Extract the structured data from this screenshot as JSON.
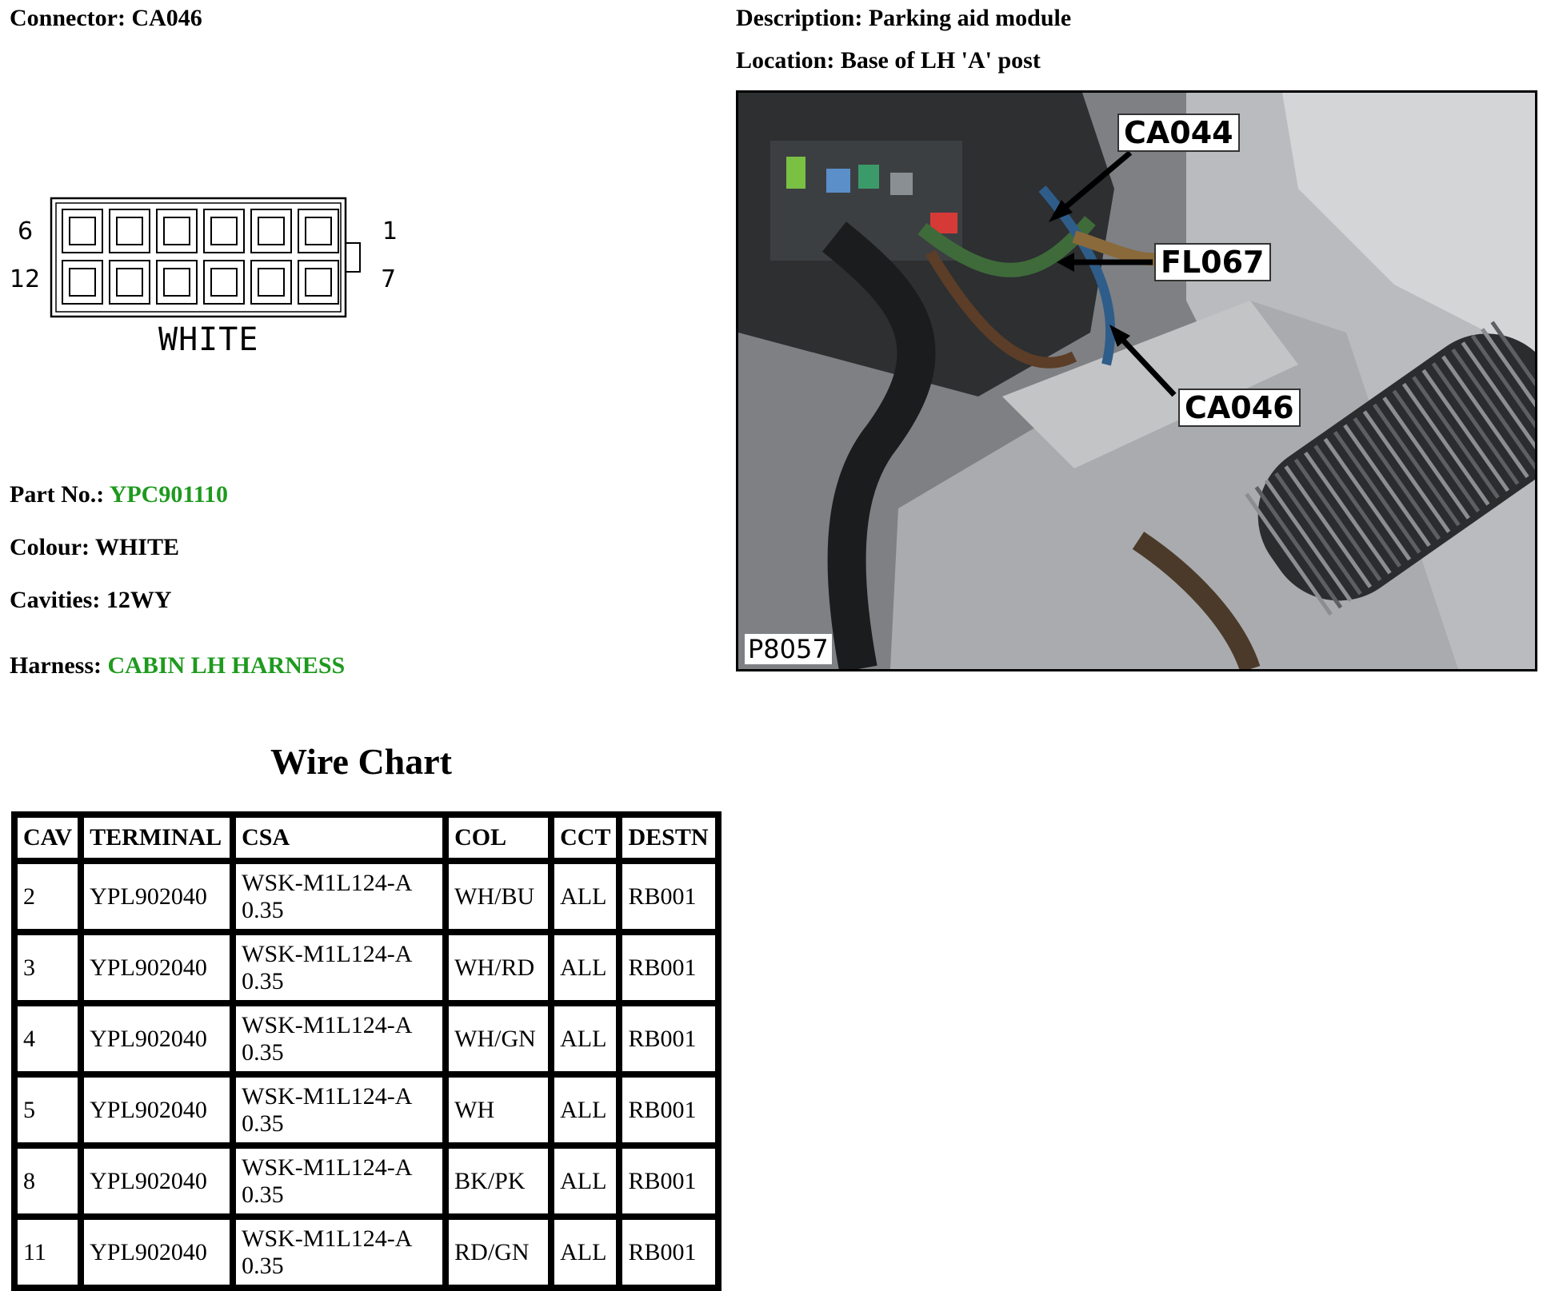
{
  "connector": {
    "label": "Connector:",
    "id": "CA046",
    "pin_labels": {
      "top_left": "6",
      "top_right": "1",
      "bottom_left": "12",
      "bottom_right": "7"
    },
    "colour_label": "WHITE"
  },
  "details": {
    "part_no_label": "Part No.:",
    "part_no": "YPC901110",
    "colour_label": "Colour:",
    "colour": "WHITE",
    "cavities_label": "Cavities:",
    "cavities": "12WY",
    "harness_label": "Harness:",
    "harness": "CABIN LH HARNESS"
  },
  "description": {
    "label": "Description:",
    "value": "Parking aid module"
  },
  "location": {
    "label": "Location:",
    "value": "Base of LH 'A' post"
  },
  "photo": {
    "callouts": [
      "CA044",
      "FL067",
      "CA046"
    ],
    "code": "P8057"
  },
  "wire_chart": {
    "title": "Wire Chart",
    "headers": [
      "CAV",
      "TERMINAL",
      "CSA",
      "COL",
      "CCT",
      "DESTN"
    ],
    "rows": [
      {
        "cav": "2",
        "terminal": "YPL902040",
        "csa_spec": "WSK-M1L124-A",
        "csa_size": "0.35",
        "col": "WH/BU",
        "cct": "ALL",
        "destn": "RB001"
      },
      {
        "cav": "3",
        "terminal": "YPL902040",
        "csa_spec": "WSK-M1L124-A",
        "csa_size": "0.35",
        "col": "WH/RD",
        "cct": "ALL",
        "destn": "RB001"
      },
      {
        "cav": "4",
        "terminal": "YPL902040",
        "csa_spec": "WSK-M1L124-A",
        "csa_size": "0.35",
        "col": "WH/GN",
        "cct": "ALL",
        "destn": "RB001"
      },
      {
        "cav": "5",
        "terminal": "YPL902040",
        "csa_spec": "WSK-M1L124-A",
        "csa_size": "0.35",
        "col": "WH",
        "cct": "ALL",
        "destn": "RB001"
      },
      {
        "cav": "8",
        "terminal": "YPL902040",
        "csa_spec": "WSK-M1L124-A",
        "csa_size": "0.35",
        "col": "BK/PK",
        "cct": "ALL",
        "destn": "RB001"
      },
      {
        "cav": "11",
        "terminal": "YPL902040",
        "csa_spec": "WSK-M1L124-A",
        "csa_size": "0.35",
        "col": "RD/GN",
        "cct": "ALL",
        "destn": "RB001"
      }
    ]
  },
  "colors": {
    "link_green": "#1e9a1e"
  }
}
